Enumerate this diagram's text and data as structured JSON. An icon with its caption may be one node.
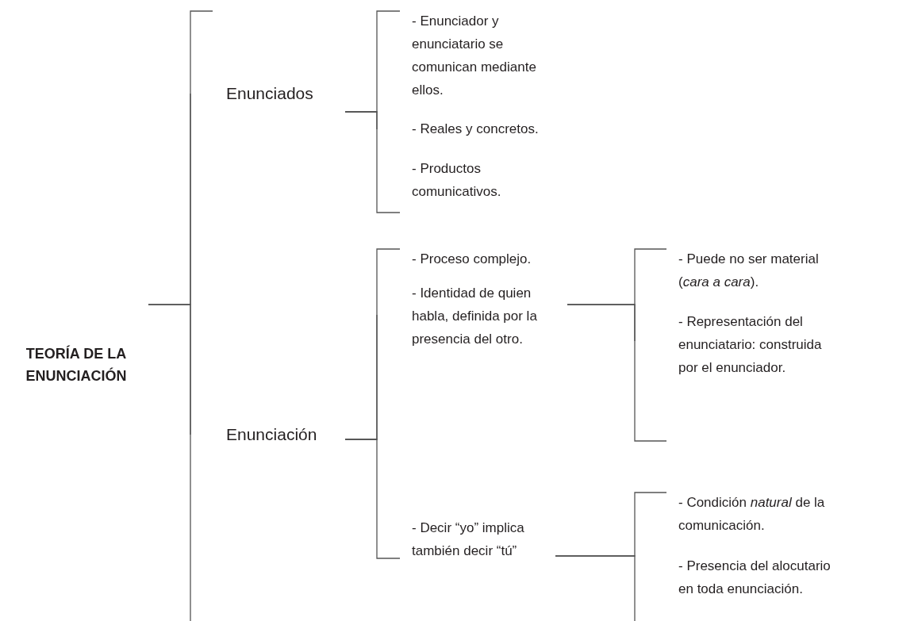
{
  "diagram": {
    "nodes": [
      {
        "text": [
          "TEORÍA DE LA ENUNCIACIÓN"
        ]
      },
      {
        "text": [
          "Enunciados"
        ]
      },
      {
        "text": [
          "Enunciación"
        ]
      },
      {
        "text": [
          "- Enunciador y enunciatario se comunican mediante ellos."
        ]
      },
      {
        "text": [
          "- Reales y concretos."
        ]
      },
      {
        "text": [
          "- Productos comunicativos."
        ]
      },
      {
        "text": [
          "- Proceso complejo."
        ]
      },
      {
        "text": [
          "- Identidad de quien habla, definida por la presencia del otro."
        ]
      },
      {
        "text": [
          "- Decir “yo” implica también decir “tú”"
        ]
      },
      {
        "text": [
          "- Puede no ser material (*cara a cara*)."
        ]
      },
      {
        "text": [
          "- Representación del enunciatario: construida por el enunciador."
        ]
      },
      {
        "text": [
          "- Condición *natural* de la comunicación."
        ]
      },
      {
        "text": [
          "- Presencia del alocutario en toda enunciación."
        ]
      }
    ],
    "edges": [
      {
        "from": 0,
        "to": 1,
        "arrow": "none"
      },
      {
        "from": 0,
        "to": 2,
        "arrow": "none"
      },
      {
        "from": 1,
        "to": 3,
        "arrow": "none"
      },
      {
        "from": 1,
        "to": 4,
        "arrow": "none"
      },
      {
        "from": 1,
        "to": 5,
        "arrow": "none"
      },
      {
        "from": 2,
        "to": 6,
        "arrow": "none"
      },
      {
        "from": 2,
        "to": 7,
        "arrow": "none"
      },
      {
        "from": 2,
        "to": 8,
        "arrow": "none"
      },
      {
        "from": 7,
        "to": 9,
        "arrow": "none"
      },
      {
        "from": 7,
        "to": 10,
        "arrow": "none"
      },
      {
        "from": 8,
        "to": 11,
        "arrow": "none"
      },
      {
        "from": 8,
        "to": 12,
        "arrow": "none"
      }
    ]
  }
}
